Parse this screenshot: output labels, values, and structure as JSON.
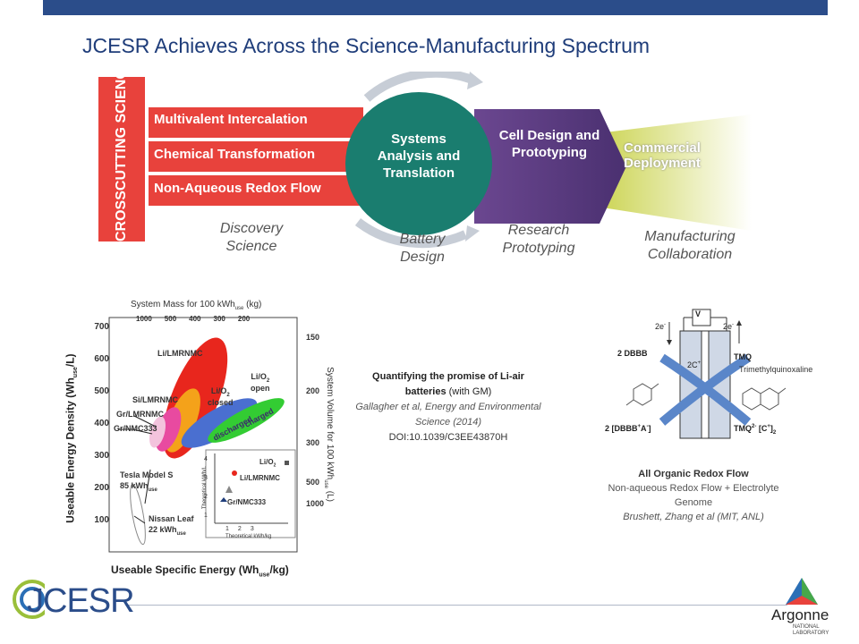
{
  "header": {
    "title": "JCESR Achieves Across the Science-Manufacturing Spectrum"
  },
  "diagram": {
    "crosscutting_label": "CROSSCUTTING SCIENCE",
    "bars": [
      "Multivalent Intercalation",
      "Chemical Transformation",
      "Non-Aqueous Redox Flow"
    ],
    "center_label": "Systems Analysis and Translation",
    "cell_design_label": "Cell Design and Prototyping",
    "commercial_label": "Commercial Deployment",
    "stage_labels": {
      "discovery": "Discovery Science",
      "battery": "Battery Design",
      "research": "Research Prototyping",
      "manufacturing": "Manufacturing Collaboration"
    }
  },
  "chart": {
    "top_axis_title": "System Mass for 100 kWh",
    "top_axis_title_sub": "use",
    "top_axis_title_unit": " (kg)",
    "top_ticks": [
      "1000",
      "500",
      "400",
      "300",
      "200"
    ],
    "left_axis_title": "Useable Energy Density (Wh",
    "left_axis_title_sub": "use",
    "left_axis_title_unit": "/L)",
    "right_axis_title": "System Volume for 100 kWh",
    "right_axis_title_sub": "use",
    "right_axis_title_unit": " (L)",
    "bottom_axis_title": "Useable Specific Energy (Wh",
    "bottom_axis_title_sub": "use",
    "bottom_axis_title_unit": "/kg)",
    "left_ticks": [
      "700",
      "600",
      "500",
      "400",
      "300",
      "200",
      "100"
    ],
    "right_ticks": [
      "150",
      "200",
      "300",
      "500",
      "1000"
    ],
    "right_ticks_low": "1000",
    "labels": {
      "li_lmrnmc": "Li/LMRNMC",
      "si_lmrnmc": "Si/LMRNMC",
      "gr_lmrnmc": "Gr/LMRNMC",
      "gr_nmc333": "Gr/NMC333",
      "lio2_closed_a": "Li/O",
      "lio2_closed_b": "closed",
      "lio2_open_a": "Li/O",
      "lio2_open_b": "open",
      "discharged": "discharged",
      "charged": "charged",
      "tesla_a": "Tesla Model S",
      "tesla_b": "85 kWh",
      "nissan_a": "Nissan Leaf",
      "nissan_b": "22 kWh",
      "sub2": "2",
      "use": "use"
    },
    "inset": {
      "y_title": "Theoretical kWh/L",
      "x_title": "Theoretical kWh/kg",
      "y_ticks": [
        "4",
        "3",
        "2",
        "1"
      ],
      "x_ticks": [
        "1",
        "2",
        "3"
      ],
      "lio2": "Li/O",
      "li_lmrnmc": "Li/LMRNMC",
      "gr_nmc333": "Gr/NMC333"
    }
  },
  "reference": {
    "heading": "Quantifying the promise of Li-air batteries",
    "with": " (with GM)",
    "citation": "Gallagher et al, Energy and Environmental Science (2014)",
    "doi": "DOI:10.1039/C3EE43870H"
  },
  "redox": {
    "v": "V",
    "e_left": "2e",
    "e_right": "2e",
    "dbbb": "2 DBBB",
    "tmq": "TMQ",
    "trimethyl": "Trimethylquinoxaline",
    "c_plus": "2C",
    "dbbb_ox": "2 [DBBB",
    "tmq_red": "TMQ",
    "title": "All Organic Redox Flow",
    "subtitle": "Non-aqueous Redox Flow + Electrolyte Genome",
    "authors": "Brushett, Zhang  et al (MIT, ANL)"
  },
  "logos": {
    "jcesr": "JCESR",
    "argonne": "Argonne",
    "argonne_sub": "NATIONAL LABORATORY"
  },
  "colors": {
    "brand_blue": "#2b4d8a",
    "red": "#e8423c",
    "teal": "#1a7d6f",
    "purple": "#5c3d7a",
    "yellow": "#e6e85a"
  }
}
